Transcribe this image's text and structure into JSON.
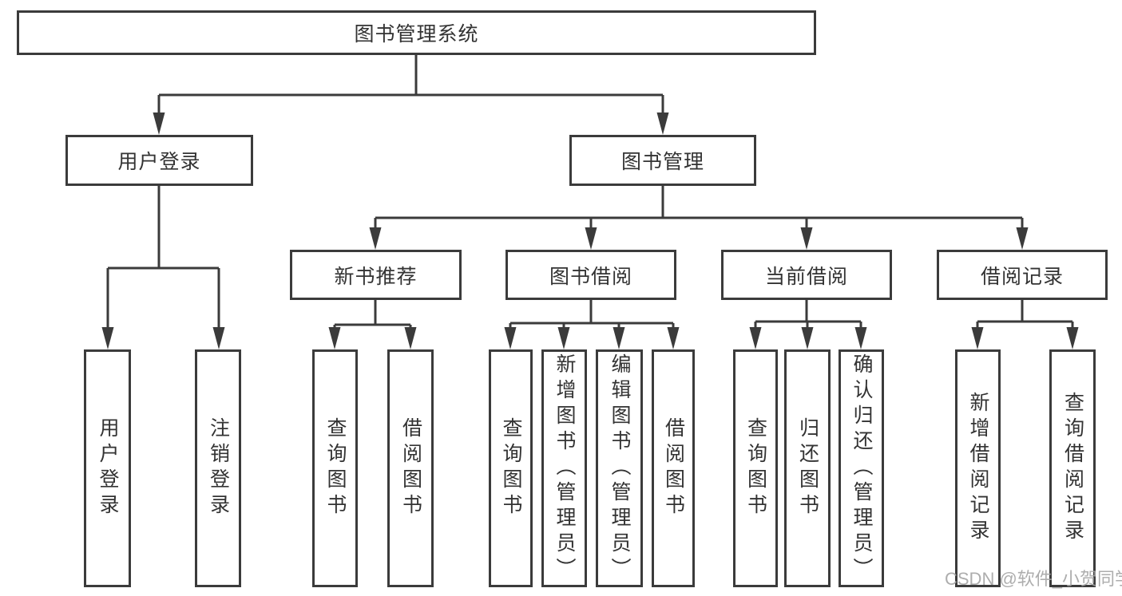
{
  "diagram_title": "图书管理系统",
  "tree": {
    "root": {
      "label": "图书管理系统",
      "children": [
        {
          "label": "用户登录",
          "children": [
            {
              "label": "用户登录"
            },
            {
              "label": "注销登录"
            }
          ]
        },
        {
          "label": "图书管理",
          "children": [
            {
              "label": "新书推荐",
              "children": [
                {
                  "label": "查询图书"
                },
                {
                  "label": "借阅图书"
                }
              ]
            },
            {
              "label": "图书借阅",
              "children": [
                {
                  "label": "查询图书"
                },
                {
                  "label": "新增图书（管理员）"
                },
                {
                  "label": "编辑图书（管理员）"
                },
                {
                  "label": "借阅图书"
                }
              ]
            },
            {
              "label": "当前借阅",
              "children": [
                {
                  "label": "查询图书"
                },
                {
                  "label": "归还图书"
                },
                {
                  "label": "确认归还（管理员）"
                }
              ]
            },
            {
              "label": "借阅记录",
              "children": [
                {
                  "label": "新增借阅记录"
                },
                {
                  "label": "查询借阅记录"
                }
              ]
            }
          ]
        }
      ]
    }
  },
  "watermark": {
    "text": "CSDN @软件_小贺同学"
  },
  "colors": {
    "line": "#3b3b3b",
    "box_border": "#3b3b3b",
    "text": "#333333",
    "watermark": "#a5a5a5",
    "background": "#ffffff"
  }
}
